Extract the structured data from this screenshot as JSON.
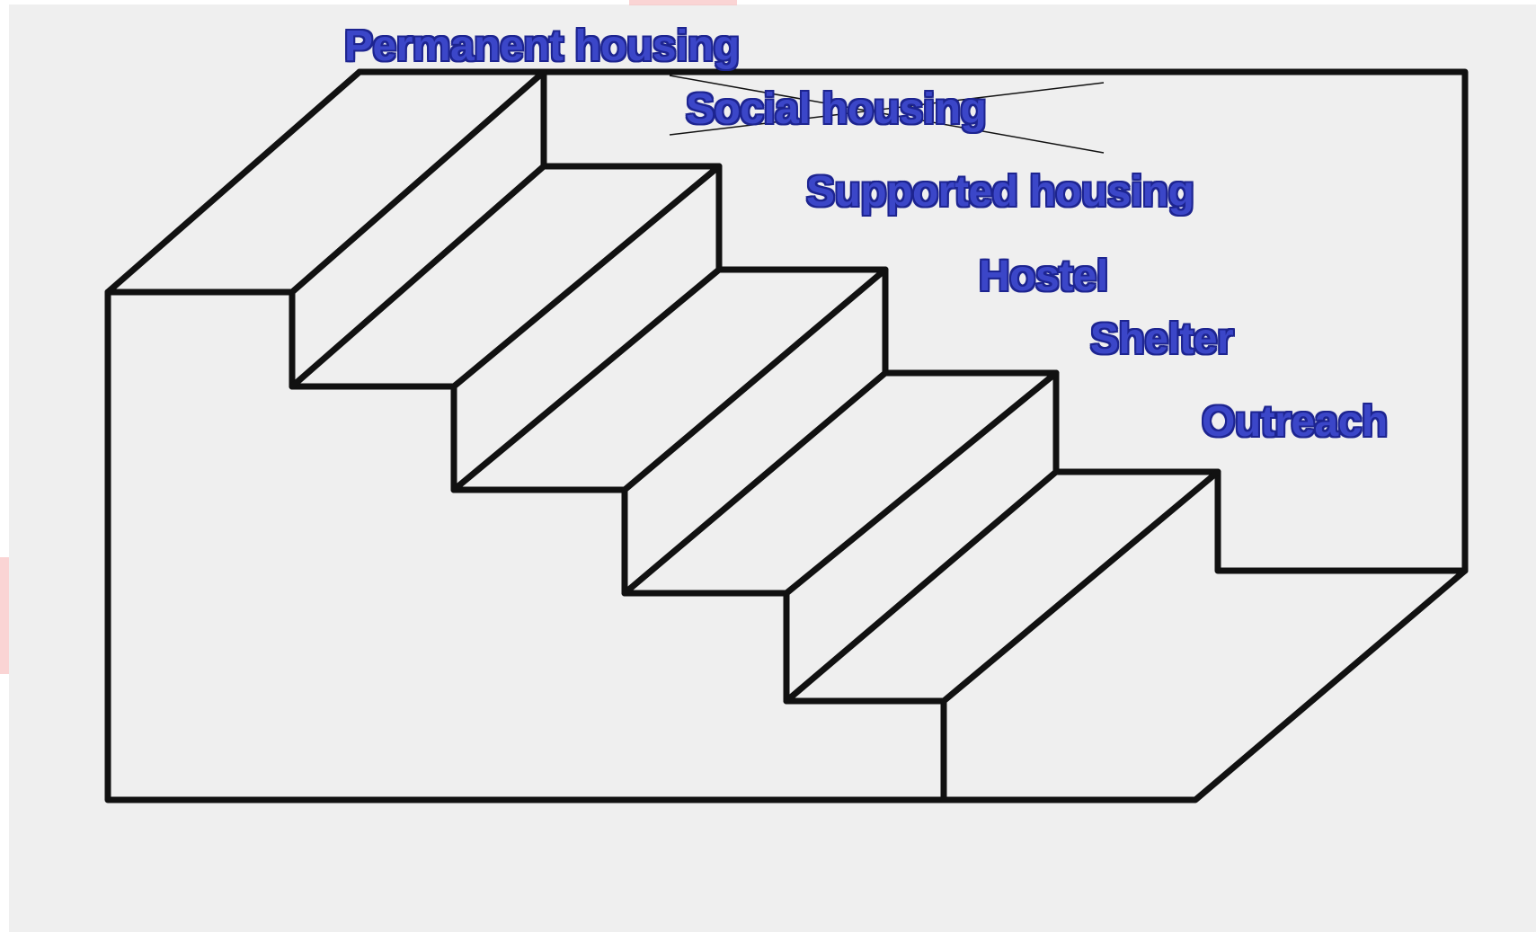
{
  "colors": {
    "paper": "#efefef",
    "ink": "#111111",
    "label_fill": "#3b46c8",
    "label_outline": "#1d2490"
  },
  "staircase": {
    "steps": [
      {
        "label": "Permanent housing",
        "crossed_out": false
      },
      {
        "label": "Social housing",
        "crossed_out": true
      },
      {
        "label": "Supported housing",
        "crossed_out": false
      },
      {
        "label": "Hostel",
        "crossed_out": false
      },
      {
        "label": "Shelter",
        "crossed_out": false
      },
      {
        "label": "Outreach",
        "crossed_out": false
      }
    ]
  }
}
